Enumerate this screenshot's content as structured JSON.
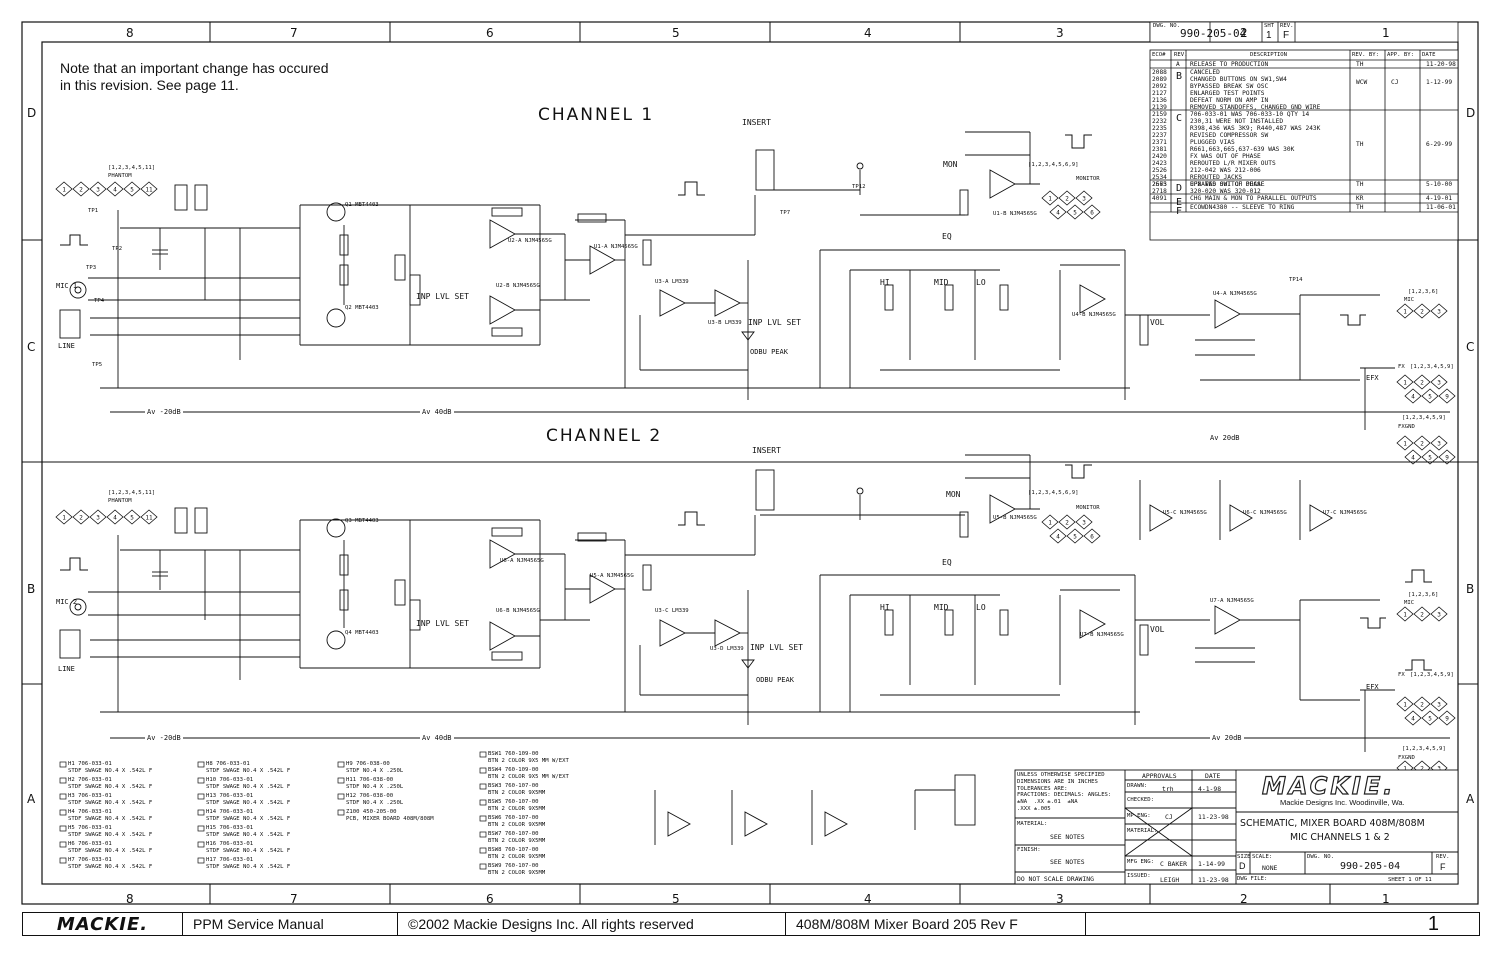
{
  "note": "Note that an important change has occured\nin this revision. See page 11.",
  "channel1_title": "CHANNEL 1",
  "channel2_title": "CHANNEL 2",
  "zone_cols": [
    "8",
    "7",
    "6",
    "5",
    "4",
    "3",
    "2",
    "1"
  ],
  "zone_rows": [
    "D",
    "C",
    "B",
    "A"
  ],
  "drawing": {
    "dwg_no_label": "DWG. NO.",
    "dwg_no": "990-205-04",
    "sht_label": "SHT",
    "sht": "1",
    "rev_label": "REV.",
    "rev": "F"
  },
  "rev_header": [
    "ECO#",
    "REV.",
    "DESCRIPTION",
    "REV. BY:",
    "APP. BY:",
    "DATE"
  ],
  "revisions": [
    {
      "eco": "",
      "rev": "A",
      "desc": "RELEASE TO PRODUCTION",
      "by": "TH",
      "app": "",
      "date": "11-20-98"
    },
    {
      "eco": "2088\n2089\n2092\n2127\n2136\n2139",
      "rev": "B",
      "desc": "CANCELED\nCHANGED BUTTONS ON SW1,SW4\nBYPASSED BREAK SW OSC\nENLARGED TEST POINTS\nDEFEAT NORM ON AMP IN\nREMOVED STANDOFFS, CHANGED GND WIRE",
      "by": "WCW",
      "app": "CJ",
      "date": "1-12-99"
    },
    {
      "eco": "2159\n2232\n2235\n2237\n2371\n2381\n2420\n2423\n2526\n2534\n2563",
      "rev": "C",
      "desc": "706-033-01 WAS 706-033-10 QTY 14\n230,31 WERE NOT INSTALLED\nR398,436 WAS 3K9; R440,487 WAS 243K\nREVISED COMPRESSOR SW\nPLUGGED VIAS\nR661,663,665,637-639 WAS 30K\nFX WAS OUT OF PHASE\nREROUTED L/R MIXER OUTS\n212-042 WAS 212-006\nREROUTED JACKS\nUPDATED SWITCH DECAL",
      "by": "TH",
      "app": "",
      "date": "6-29-99"
    },
    {
      "eco": "2675\n2718",
      "rev": "D",
      "desc": "EFX WAS OUT OF PHASE\n320-020 WAS 320-012",
      "by": "TH",
      "app": "",
      "date": "5-10-00"
    },
    {
      "eco": "4091",
      "rev": "E",
      "desc": "CHG MAIN & MON TO PARALLEL OUTPUTS",
      "by": "KR",
      "app": "",
      "date": "4-19-01"
    },
    {
      "eco": "",
      "rev": "F",
      "desc": "ECOWDN4380 -- SLEEVE TO RING",
      "by": "TH",
      "app": "",
      "date": "11-06-01"
    }
  ],
  "labels_ch1": {
    "mic": "MIC 1",
    "line": "LINE",
    "phantom": "PHANTOM",
    "phantom_refs": "[1,2,3,4,5,11]",
    "insert": "INSERT",
    "mon": "MON",
    "eq": "EQ",
    "hi": "HI",
    "mid": "MID",
    "lo": "LO",
    "vol": "VOL",
    "efx": "EFX",
    "inp_lvl": "INP LVL SET",
    "odbu": "ODBU PEAK",
    "monitor": "MONITOR",
    "mic_out": "MIC",
    "fx": "FX",
    "fxgnd": "FXGND",
    "monitor_refs": "[1,2,3,4,5,6,9]",
    "mic_refs": "[1,2,3,6]",
    "fx_refs": "[1,2,3,4,5,9]",
    "gain_a": "Av -20dB",
    "gain_b": "Av 40dB",
    "gain_c": "Av 20dB",
    "u1a": "U1-A NJM4565G",
    "u2a": "U2-A NJM4565G",
    "u2b": "U2-B NJM4565G",
    "u3a": "U3-A LM339",
    "u3b": "U3-B LM339",
    "u1b": "U1-B NJM4565G",
    "u4a": "U4-A NJM4565G",
    "u4b": "U4-B NJM4565G",
    "q1": "Q1 MBT4403",
    "q2": "Q2 MBT4403",
    "tp_list": [
      "TP1",
      "TP2",
      "TP3",
      "TP4",
      "TP5",
      "TP7",
      "TP12",
      "TP14"
    ]
  },
  "labels_ch2": {
    "mic": "MIC 2",
    "line": "LINE",
    "phantom": "PHANTOM",
    "phantom_refs": "[1,2,3,4,5,11]",
    "insert": "INSERT",
    "mon": "MON",
    "eq": "EQ",
    "hi": "HI",
    "mid": "MID",
    "lo": "LO",
    "vol": "VOL",
    "efx": "EFX",
    "inp_lvl": "INP LVL SET",
    "odbu": "ODBU PEAK",
    "monitor": "MONITOR",
    "mic_out": "MIC",
    "fx": "FX",
    "fxgnd": "FXGND",
    "monitor_refs": "[1,2,3,4,5,6,9]",
    "mic_refs": "[1,2,3,6]",
    "fx_refs": "[1,2,3,4,5,9]",
    "gain_a": "Av -20dB",
    "gain_b": "Av 40dB",
    "gain_c": "Av 20dB",
    "u5a": "U5-A NJM4565G",
    "u6a": "U6-A NJM4565G",
    "u6b": "U6-B NJM4565G",
    "u3c": "U3-C LM339",
    "u3d": "U3-D LM339",
    "u5b": "U5-B NJM4565G",
    "u7a": "U7-A NJM4565G",
    "u7b": "U7-B NJM4565G",
    "q3": "Q3 MBT4403",
    "q4": "Q4 MBT4403",
    "u5c": "U5-C NJM4565G",
    "u6c": "U6-C NJM4565G",
    "u7c": "U7-C NJM4565G"
  },
  "bom_left": [
    {
      "id": "H1",
      "pn": "706-033-01",
      "desc": "STDF SWAGE NO.4 X .542L F"
    },
    {
      "id": "H2",
      "pn": "706-033-01",
      "desc": "STDF SWAGE NO.4 X .542L F"
    },
    {
      "id": "H3",
      "pn": "706-033-01",
      "desc": "STDF SWAGE NO.4 X .542L F"
    },
    {
      "id": "H4",
      "pn": "706-033-01",
      "desc": "STDF SWAGE NO.4 X .542L F"
    },
    {
      "id": "H5",
      "pn": "706-033-01",
      "desc": "STDF SWAGE NO.4 X .542L F"
    },
    {
      "id": "H6",
      "pn": "706-033-01",
      "desc": "STDF SWAGE NO.4 X .542L F"
    },
    {
      "id": "H7",
      "pn": "706-033-01",
      "desc": "STDF SWAGE NO.4 X .542L F"
    }
  ],
  "bom_mid": [
    {
      "id": "H8",
      "pn": "706-033-01",
      "desc": "STDF SWAGE NO.4 X .542L F"
    },
    {
      "id": "H10",
      "pn": "706-033-01",
      "desc": "STDF SWAGE NO.4 X .542L F"
    },
    {
      "id": "H13",
      "pn": "706-033-01",
      "desc": "STDF SWAGE NO.4 X .542L F"
    },
    {
      "id": "H14",
      "pn": "706-033-01",
      "desc": "STDF SWAGE NO.4 X .542L F"
    },
    {
      "id": "H15",
      "pn": "706-033-01",
      "desc": "STDF SWAGE NO.4 X .542L F"
    },
    {
      "id": "H16",
      "pn": "706-033-01",
      "desc": "STDF SWAGE NO.4 X .542L F"
    },
    {
      "id": "H17",
      "pn": "706-033-01",
      "desc": "STDF SWAGE NO.4 X .542L F"
    }
  ],
  "bom_h": [
    {
      "id": "H9",
      "pn": "706-038-00",
      "desc": "STDF NO.4 X .250L"
    },
    {
      "id": "H11",
      "pn": "706-038-00",
      "desc": "STDF NO.4 X .250L"
    },
    {
      "id": "H12",
      "pn": "706-038-00",
      "desc": "STDF NO.4 X .250L"
    },
    {
      "id": "Z100",
      "pn": "450-205-00",
      "desc": "PCB, MIXER BOARD 408M/808M"
    }
  ],
  "bom_bsw": [
    {
      "id": "BSW1",
      "pn": "760-109-00",
      "desc": "BTN 2 COLOR 9X5 MM W/EXT"
    },
    {
      "id": "BSW4",
      "pn": "760-109-00",
      "desc": "BTN 2 COLOR 9X5 MM W/EXT"
    },
    {
      "id": "BSW3",
      "pn": "760-107-00",
      "desc": "BTN 2 COLOR 9X5MM"
    },
    {
      "id": "BSW5",
      "pn": "760-107-00",
      "desc": "BTN 2 COLOR 9X5MM"
    },
    {
      "id": "BSW6",
      "pn": "760-107-00",
      "desc": "BTN 2 COLOR 9X5MM"
    },
    {
      "id": "BSW7",
      "pn": "760-107-00",
      "desc": "BTN 2 COLOR 9X5MM"
    },
    {
      "id": "BSW8",
      "pn": "760-107-00",
      "desc": "BTN 2 COLOR 9X5MM"
    },
    {
      "id": "BSW9",
      "pn": "760-107-00",
      "desc": "BTN 2 COLOR 9X5MM"
    }
  ],
  "title_block": {
    "tolerance": "UNLESS OTHERWISE SPECIFIED\nDIMENSIONS ARE IN INCHES\nTOLERANCES ARE:\nFRACTIONS: DECIMALS: ANGLES:\n±NA  .XX ±.01  ±NA\n.XXX ±.005",
    "material_label": "MATERIAL:",
    "material": "SEE NOTES",
    "finish_label": "FINISH:",
    "finish": "SEE NOTES",
    "no_scale": "DO NOT SCALE DRAWING",
    "approvals": "APPROVALS",
    "date_h": "DATE",
    "drawn_label": "DRAWN:",
    "drawn": "trh",
    "drawn_date": "4-1-98",
    "checked_label": "CHECKED:",
    "mp_eng_label": "MP ENG:",
    "mp_eng": "CJ",
    "mp_date": "11-23-98",
    "mat_label": "MATERIAL:",
    "mfg_eng_label": "MFG ENG:",
    "mfg_eng": "C BAKER",
    "mfg_date": "1-14-99",
    "issued_label": "ISSUED:",
    "issued": "LEIGH",
    "issued_date": "11-23-98",
    "company": "MACKIE.",
    "company_sub": "Mackie Designs Inc.  Woodinville, Wa.",
    "title1": "SCHEMATIC, MIXER BOARD 408M/808M",
    "title2": "MIC CHANNELS 1 & 2",
    "size_label": "SIZE",
    "size": "D",
    "scale_label": "SCALE:",
    "scale": "NONE",
    "dwgno_label": "DWG. NO.",
    "dwgno": "990-205-04",
    "rev_label": "REV.",
    "rev": "F",
    "dwgfile_label": "DWG FILE:",
    "sheet": "SHEET  1  OF  11"
  },
  "footer": {
    "logo": "MACKIE.",
    "manual": "PPM Service Manual",
    "copyright": "©2002 Mackie Designs Inc. All rights reserved",
    "board": "408M/808M Mixer Board 205 Rev F",
    "page": "1"
  }
}
